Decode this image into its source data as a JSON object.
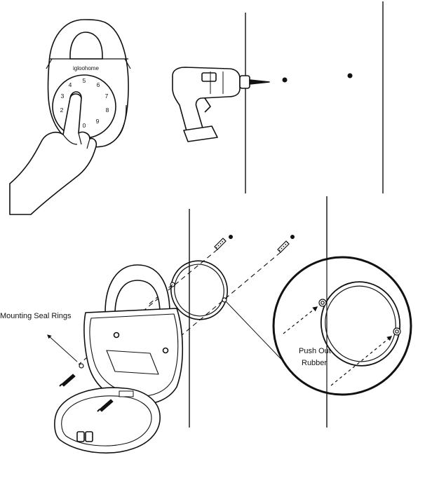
{
  "callouts": {
    "seal_rings": "Mounting Seal Rings",
    "push_out_line1": "Push Out",
    "push_out_line2": "Rubber"
  },
  "lockbox": {
    "brand": "igloohome",
    "keypad_digits": [
      "5",
      "6",
      "7",
      "8",
      "9",
      "0",
      "2",
      "3",
      "4"
    ]
  },
  "colors": {
    "line": "#111111",
    "background": "#ffffff"
  }
}
